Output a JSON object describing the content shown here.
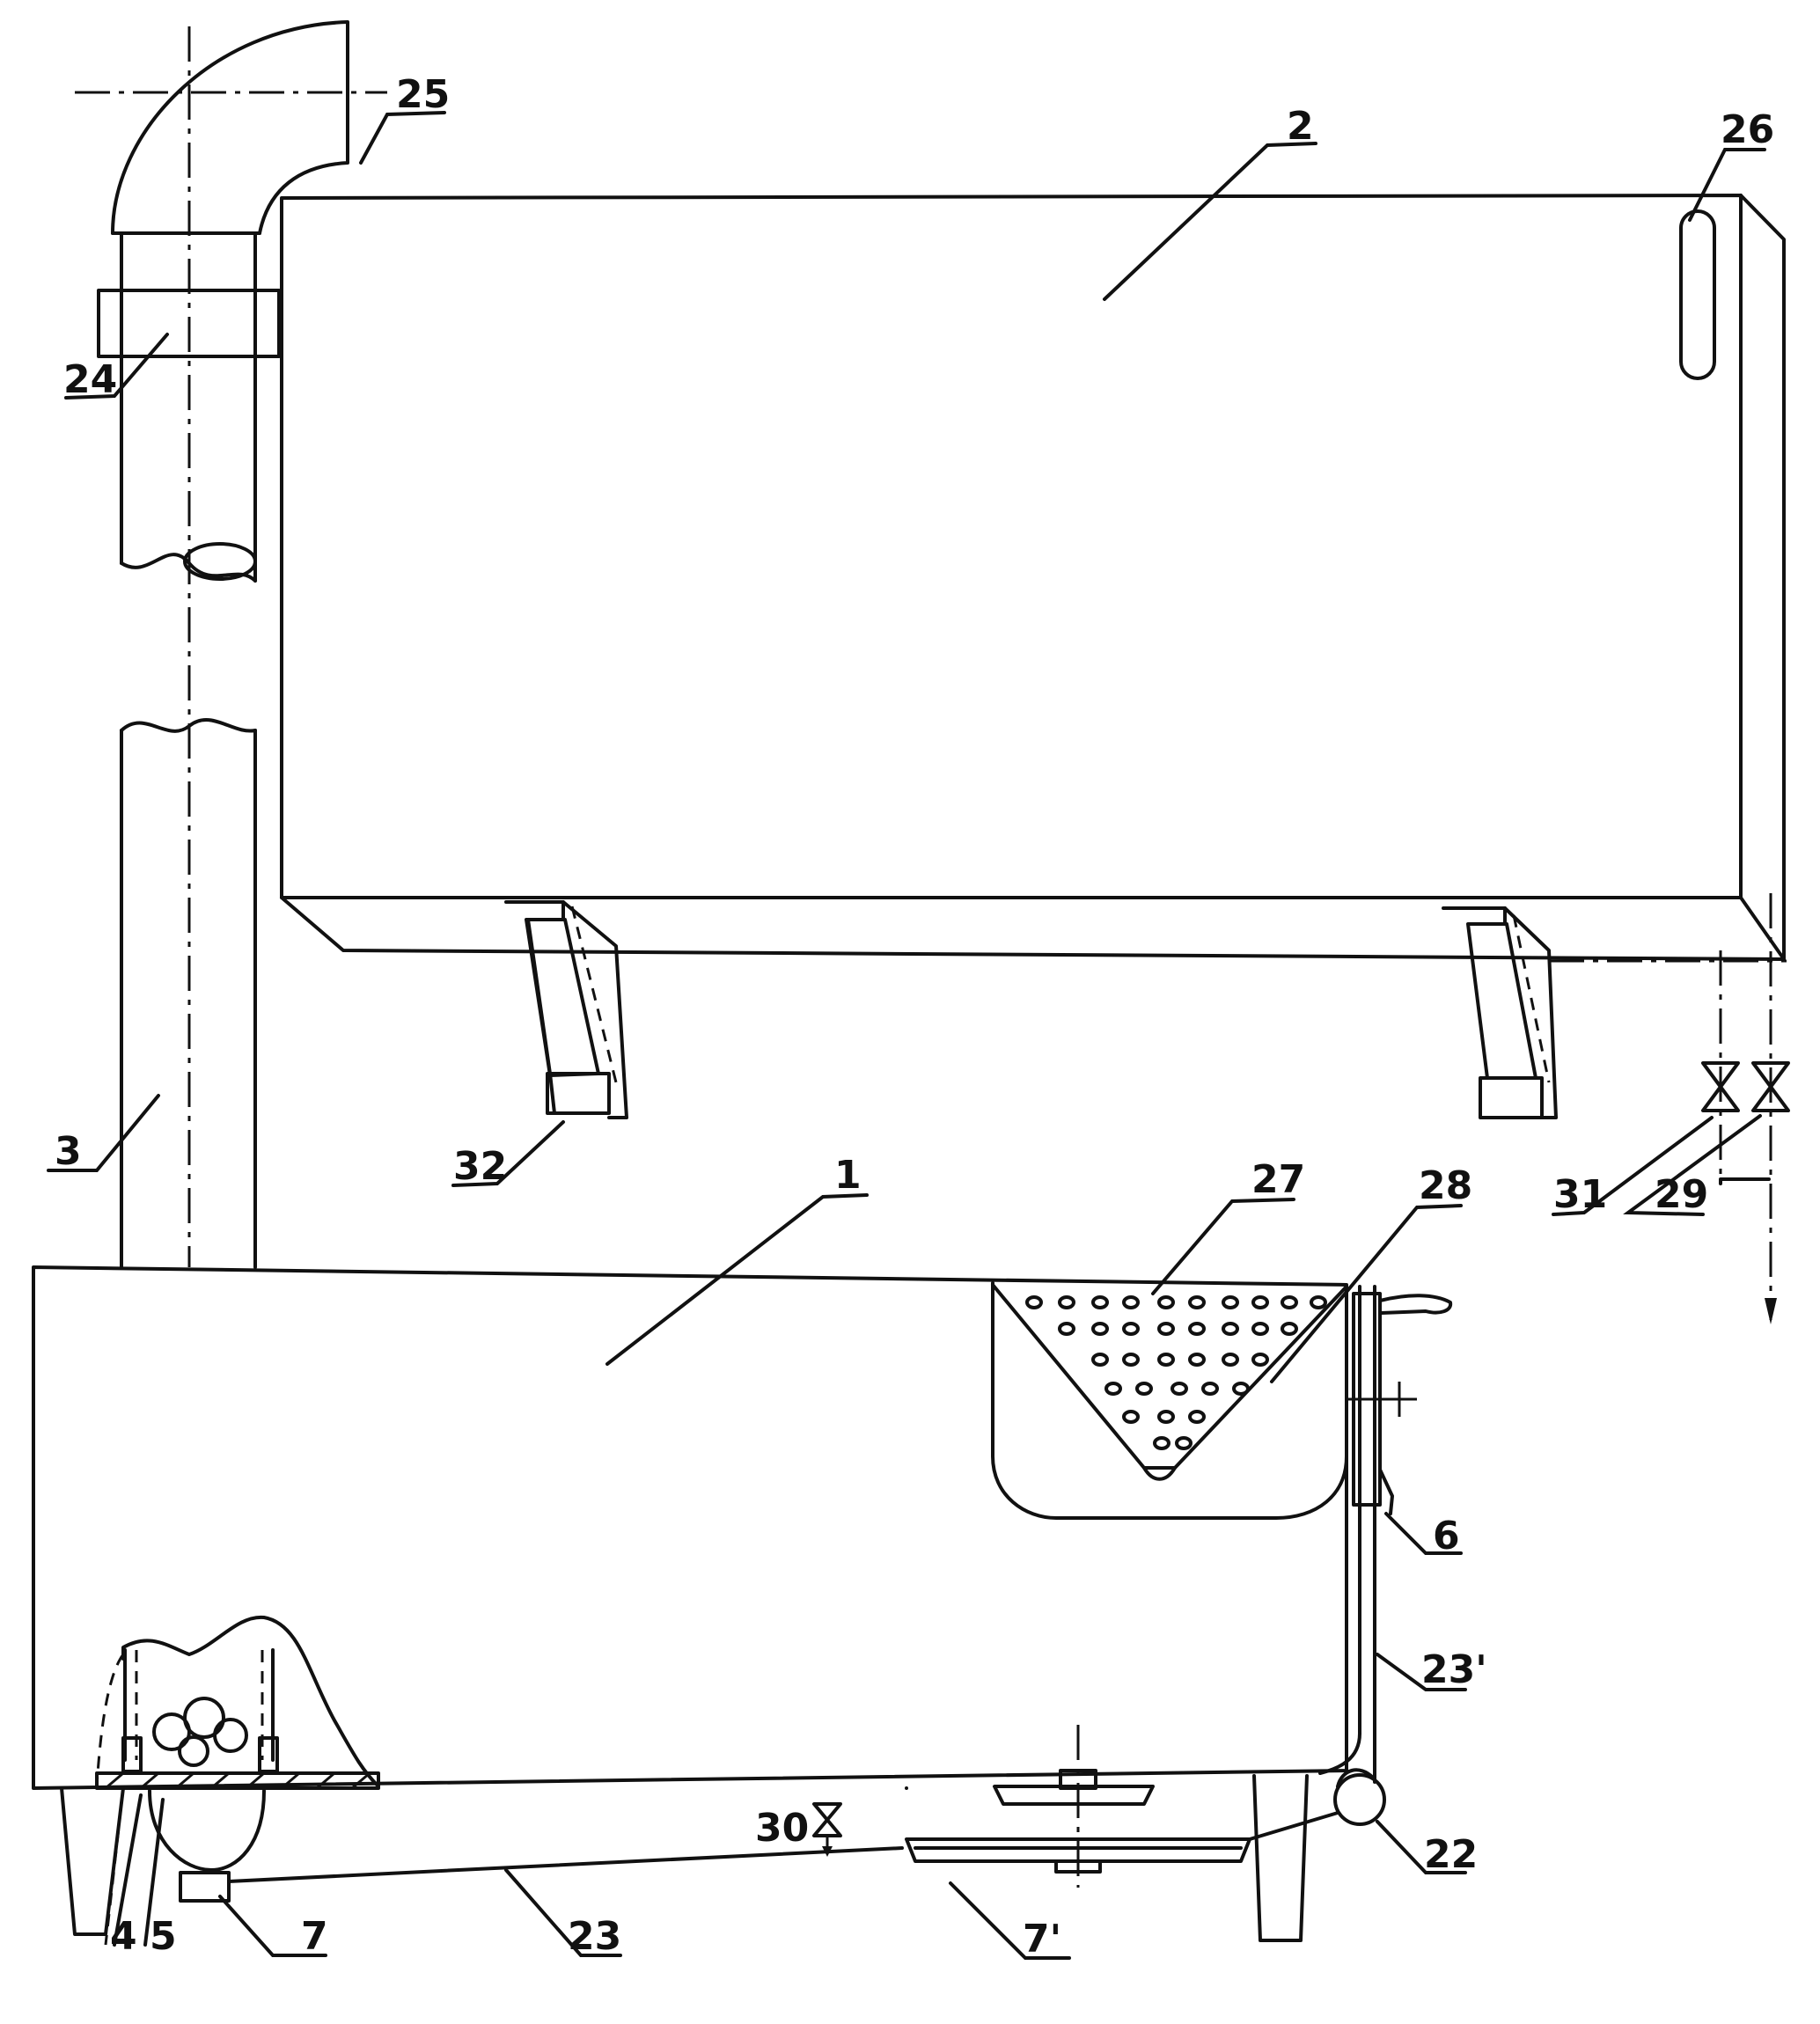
{
  "labels": {
    "l1": "1",
    "l2": "2",
    "l3": "3",
    "l4": "4",
    "l5": "5",
    "l6": "6",
    "l7": "7",
    "l7p": "7'",
    "l22": "22",
    "l23": "23",
    "l23p": "23'",
    "l24": "24",
    "l25": "25",
    "l26": "26",
    "l27": "27",
    "l28": "28",
    "l29": "29",
    "l30": "30",
    "l31": "31",
    "l32": "32"
  }
}
